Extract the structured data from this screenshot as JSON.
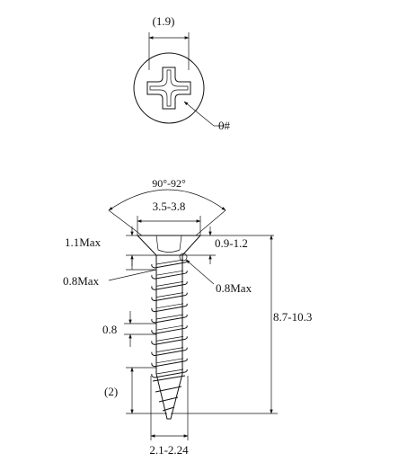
{
  "head_view": {
    "slot_width_label": "(1.9)",
    "drive_size_label": "0#"
  },
  "side_view": {
    "countersink_angle_label": "90°-92°",
    "head_diameter_label": "3.5-3.8",
    "head_height_label": "1.1Max",
    "head_top_band_label": "0.9-1.2",
    "underhead_left_label": "0.8Max",
    "underhead_right_label": "0.8Max",
    "thread_pitch_label": "0.8",
    "total_length_label": "8.7-10.3",
    "point_length_label": "(2)",
    "shank_diameter_label": "2.1-2.24"
  }
}
